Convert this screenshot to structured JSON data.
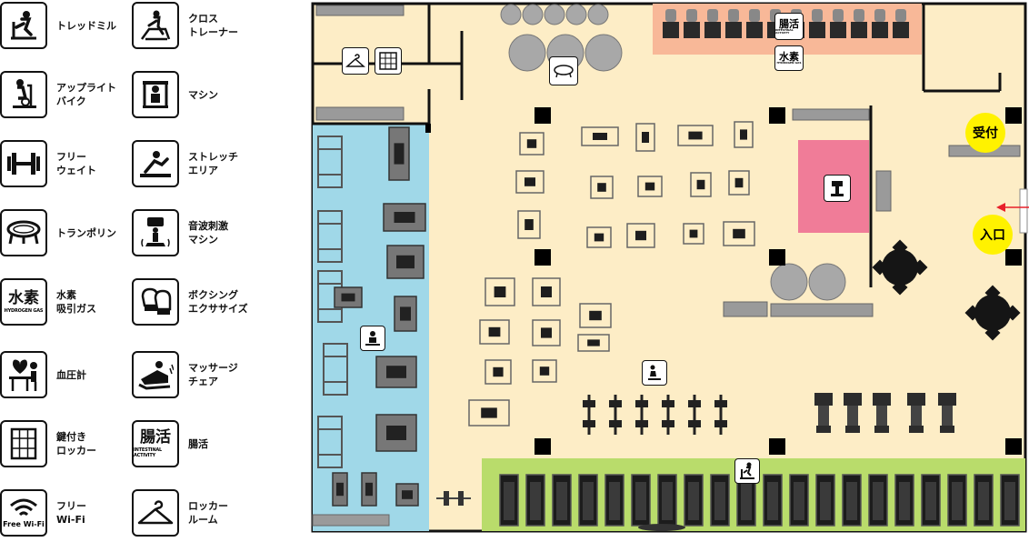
{
  "legend": {
    "items": [
      {
        "key": "treadmill",
        "label": "トレッドミル",
        "icon": "treadmill-icon"
      },
      {
        "key": "cross-trainer",
        "label": "クロス\nトレーナー",
        "icon": "cross-trainer-icon"
      },
      {
        "key": "upright-bike",
        "label": "アップライト\nバイク",
        "icon": "upright-bike-icon"
      },
      {
        "key": "machine",
        "label": "マシン",
        "icon": "machine-icon"
      },
      {
        "key": "free-weight",
        "label": "フリー\nウェイト",
        "icon": "dumbbell-icon"
      },
      {
        "key": "stretch-area",
        "label": "ストレッチ\nエリア",
        "icon": "stretch-icon"
      },
      {
        "key": "trampoline",
        "label": "トランポリン",
        "icon": "trampoline-icon"
      },
      {
        "key": "sonic-vibration",
        "label": "音波刺激\nマシン",
        "icon": "vibration-machine-icon"
      },
      {
        "key": "hydrogen",
        "label": "水素\n吸引ガス",
        "icon": "hydrogen-gas-icon",
        "icon_text": "水素",
        "icon_sub": "HYDROGEN GAS"
      },
      {
        "key": "boxing",
        "label": "ボクシング\nエクササイズ",
        "icon": "boxing-glove-icon"
      },
      {
        "key": "blood-pressure",
        "label": "血圧計",
        "icon": "blood-pressure-icon"
      },
      {
        "key": "massage-chair",
        "label": "マッサージ\nチェア",
        "icon": "massage-chair-icon"
      },
      {
        "key": "locker",
        "label": "鍵付き\nロッカー",
        "icon": "locker-icon"
      },
      {
        "key": "intestinal",
        "label": "腸活",
        "icon": "intestinal-activity-icon",
        "icon_text": "腸活",
        "icon_sub": "INTESTINAL ACTIVITY"
      },
      {
        "key": "wifi",
        "label": "フリー\nWi-Fi",
        "icon": "wifi-icon",
        "icon_sub": "Free Wi-Fi"
      },
      {
        "key": "locker-room",
        "label": "ロッカー\nルーム",
        "icon": "hanger-icon"
      }
    ]
  },
  "map": {
    "reception_label": "受付",
    "entrance_label": "入口",
    "hydrogen_badge": "水素",
    "hydrogen_badge_sub": "HYDROGEN GAS",
    "intestinal_badge": "腸活",
    "intestinal_badge_sub": "INTESTINAL ACTIVITY",
    "colors": {
      "floor": "#fdedc6",
      "free_weight_zone": "#a0d8e8",
      "treadmill_zone": "#b9dc6b",
      "intestinal_zone": "#f8b898",
      "vibration_zone": "#f07c98",
      "reception_yellow": "#fff200",
      "entrance_arrow": "#e8202a"
    }
  }
}
